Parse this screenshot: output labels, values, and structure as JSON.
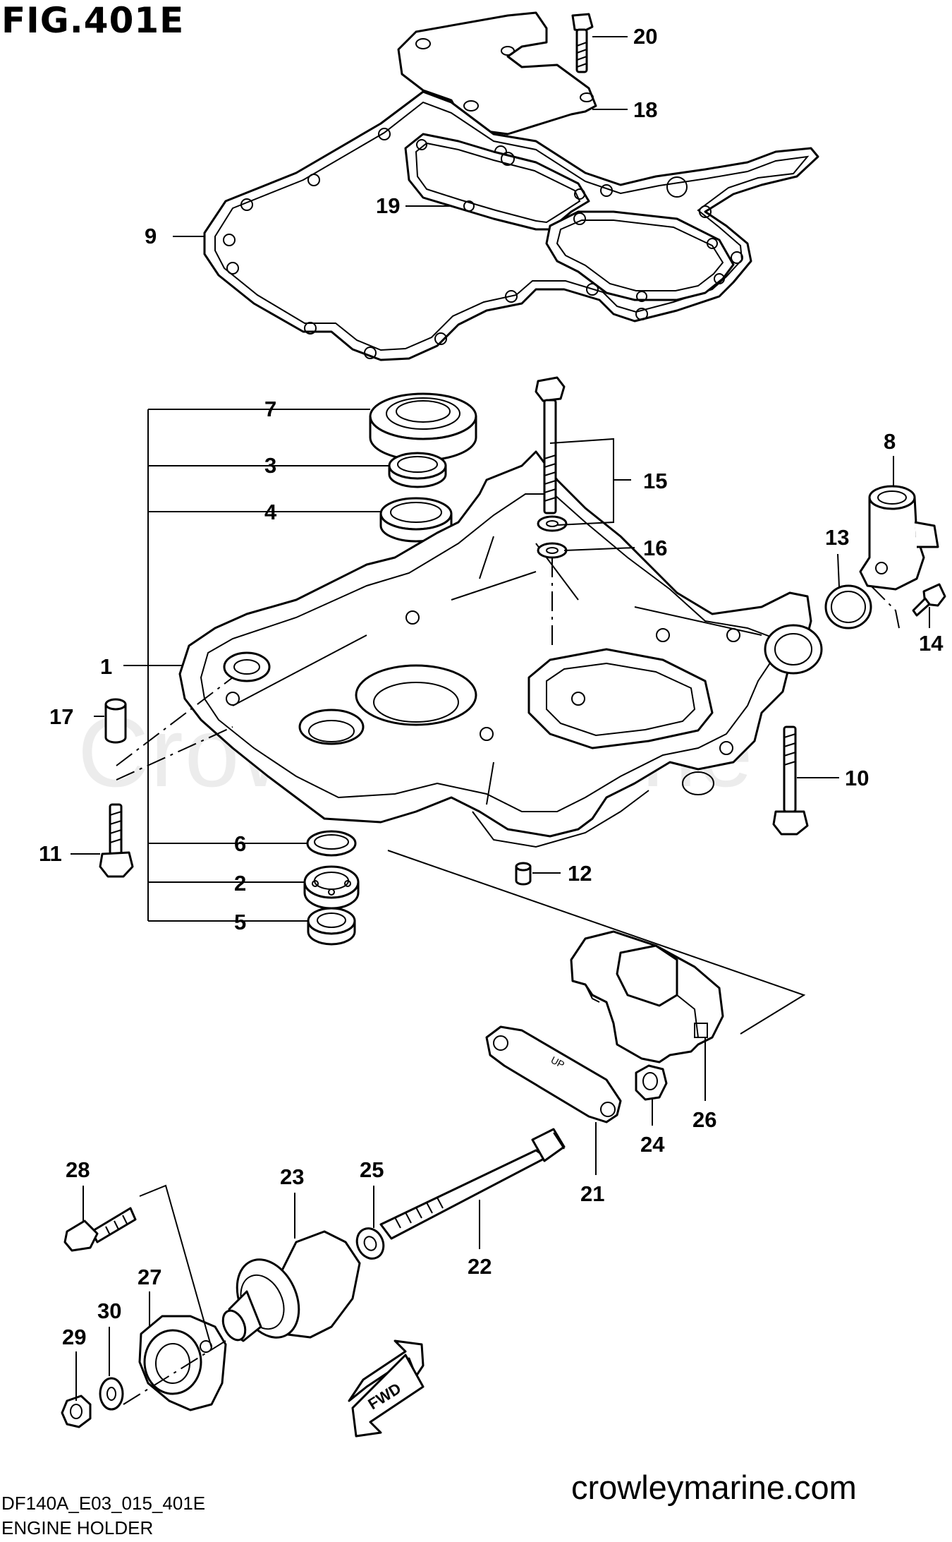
{
  "figure": {
    "title": "FIG.401E",
    "code": "DF140A_E03_015_401E",
    "caption": "ENGINE HOLDER",
    "website": "crowleymarine.com",
    "watermark": "CrowleyMarine"
  },
  "callouts": {
    "c1": "1",
    "c2": "2",
    "c3": "3",
    "c4": "4",
    "c5": "5",
    "c6": "6",
    "c7": "7",
    "c8": "8",
    "c9": "9",
    "c10": "10",
    "c11": "11",
    "c12": "12",
    "c13": "13",
    "c14": "14",
    "c15": "15",
    "c16": "16",
    "c17": "17",
    "c18": "18",
    "c19": "19",
    "c20": "20",
    "c21": "21",
    "c22": "22",
    "c23": "23",
    "c24": "24",
    "c25": "25",
    "c26": "26",
    "c27": "27",
    "c28": "28",
    "c29": "29",
    "c30": "30"
  },
  "part_marks": {
    "gasket_up": "UP",
    "fwd_arrow": "FWD"
  }
}
